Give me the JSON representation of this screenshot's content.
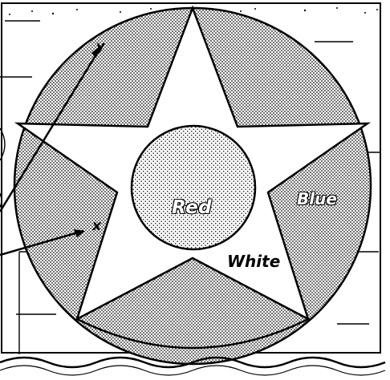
{
  "diagram": {
    "labels": {
      "red": "Red",
      "blue": "Blue",
      "white": "White",
      "x": "x",
      "y": "y"
    },
    "colors": {
      "red_region": "#b8b8b8",
      "blue_region": "#b0b0b0",
      "white_region": "#ffffff",
      "ink": "#000000",
      "paper": "#ffffff"
    }
  }
}
